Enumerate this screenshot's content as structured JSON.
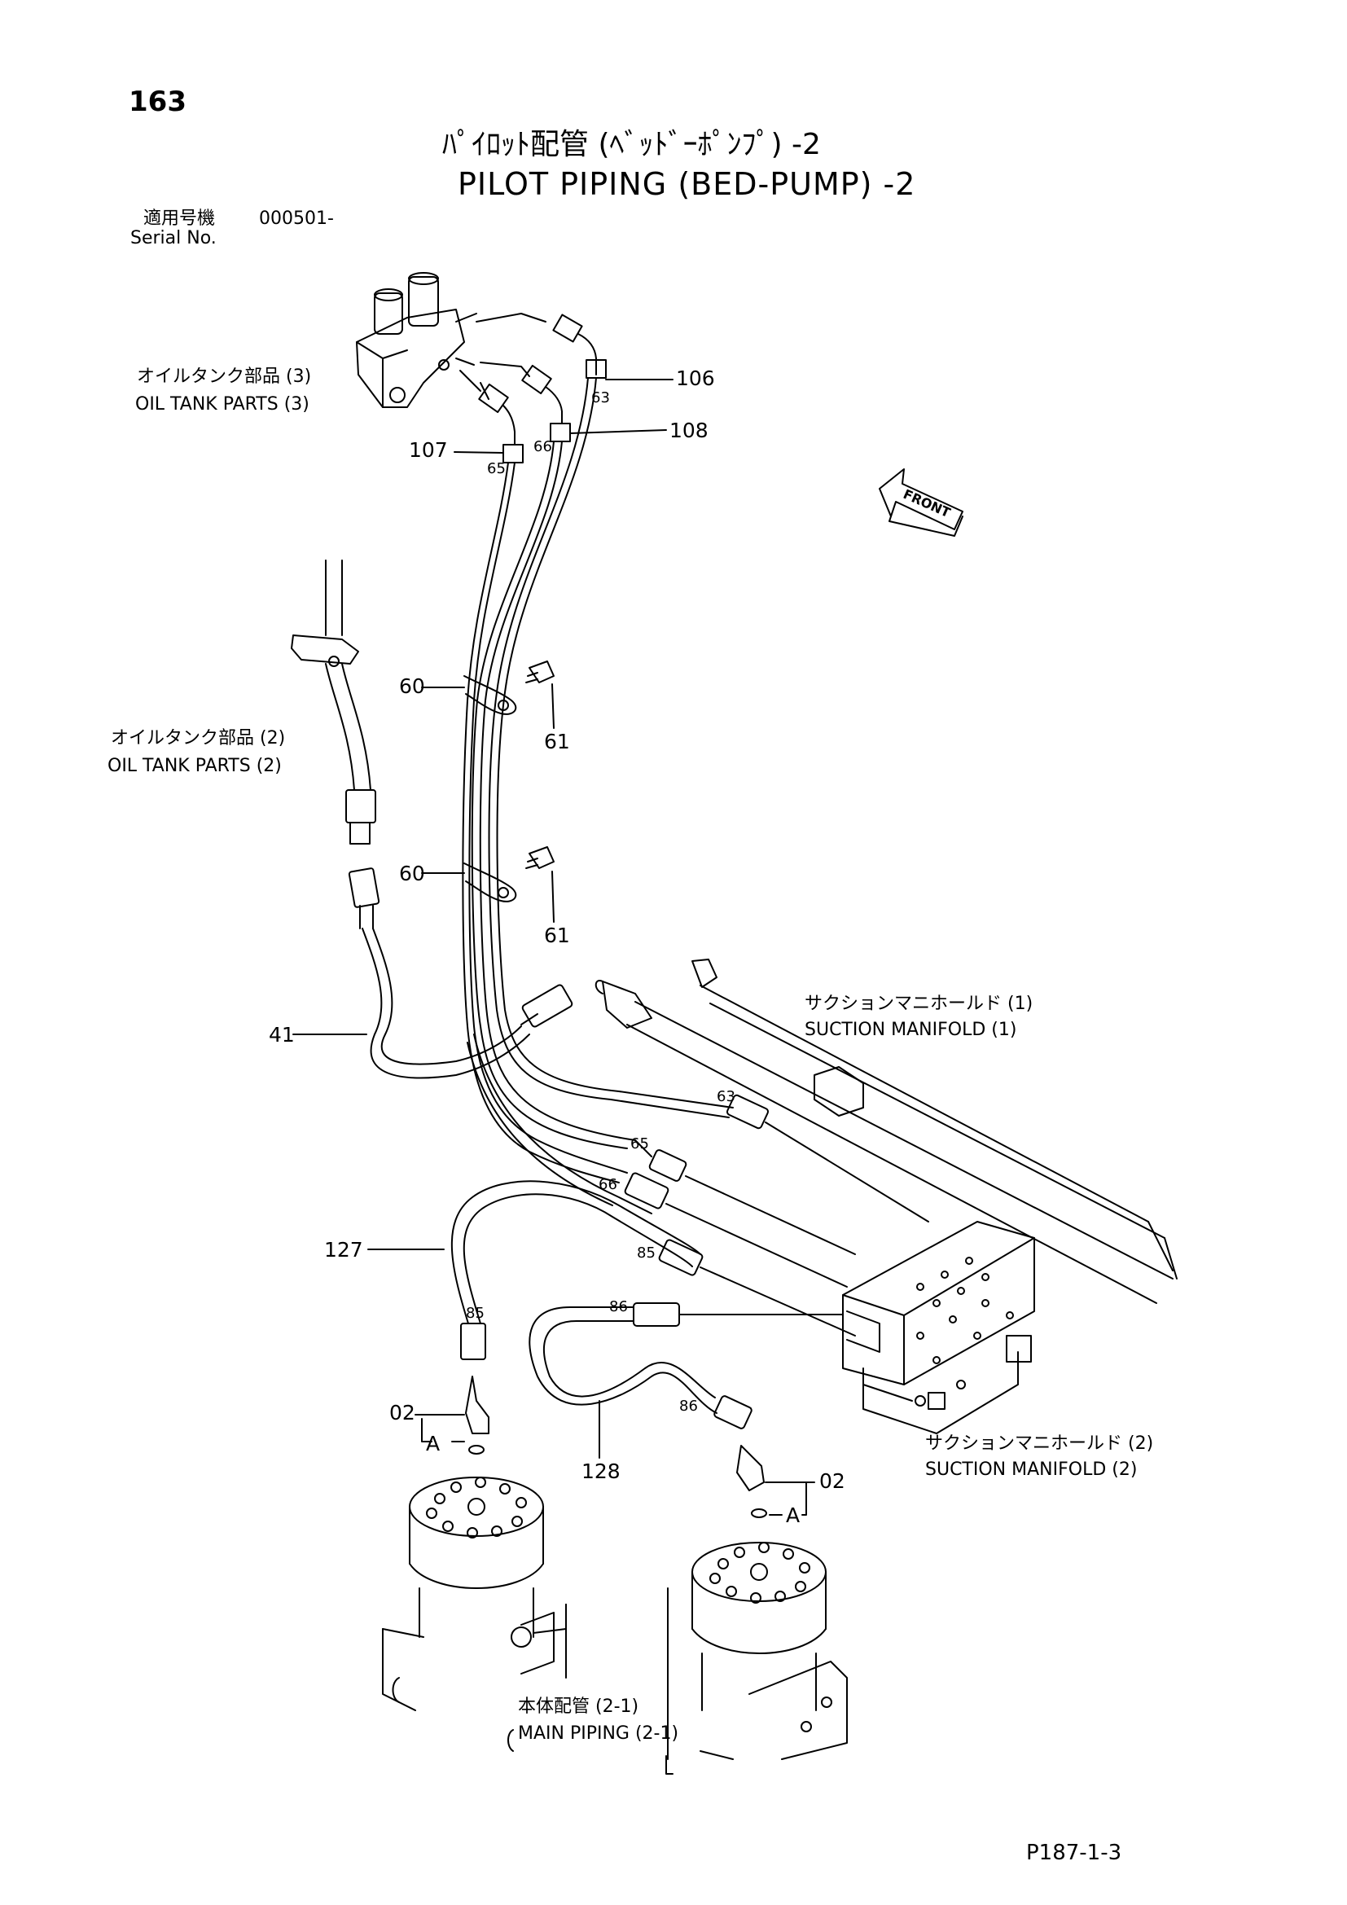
{
  "page_number": "163",
  "title_jp": "ﾊﾟｲﾛｯﾄ配管 (ﾍﾞｯﾄﾞｰﾎﾟﾝﾌﾟ) -2",
  "title_en": "PILOT PIPING (BED-PUMP) -2",
  "serial": {
    "jp": "適用号機",
    "value": "000501-",
    "en": "Serial No."
  },
  "refs": {
    "oil_tank_3_jp": "オイルタンク部品 (3)",
    "oil_tank_3_en": "OIL TANK PARTS (3)",
    "oil_tank_2_jp": "オイルタンク部品 (2)",
    "oil_tank_2_en": "OIL TANK PARTS (2)",
    "suction_1_jp": "サクションマニホールド (1)",
    "suction_1_en": "SUCTION MANIFOLD (1)",
    "suction_2_jp": "サクションマニホールド (2)",
    "suction_2_en": "SUCTION MANIFOLD (2)",
    "main_piping_jp": "本体配管 (2-1)",
    "main_piping_en": "MAIN PIPING (2-1)"
  },
  "front_label": "FRONT",
  "parts": {
    "p106": "106",
    "p108": "108",
    "p107": "107",
    "p60a": "60",
    "p61a": "61",
    "p60b": "60",
    "p61b": "61",
    "p41": "41",
    "p127": "127",
    "p128": "128",
    "p02a": "02",
    "p02b": "02",
    "pA1": "A",
    "pA2": "A"
  },
  "hose_marks": {
    "m63a": "63",
    "m66a": "66",
    "m65a": "65",
    "m63b": "63",
    "m65b": "65",
    "m66b": "66",
    "m85a": "85",
    "m85b": "85",
    "m86a": "86",
    "m86b": "86"
  },
  "footer_code": "P187-1-3"
}
